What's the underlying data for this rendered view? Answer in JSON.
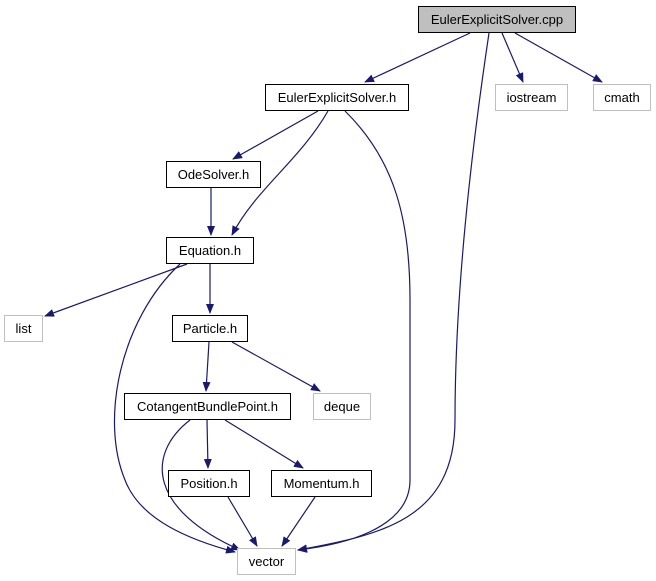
{
  "graph": {
    "nodes": [
      {
        "id": "eulerexplicitsolver-cpp",
        "label": "EulerExplicitSolver.cpp",
        "kind": "root"
      },
      {
        "id": "eulerexplicitsolver-h",
        "label": "EulerExplicitSolver.h",
        "kind": "documented"
      },
      {
        "id": "iostream",
        "label": "iostream",
        "kind": "external"
      },
      {
        "id": "cmath",
        "label": "cmath",
        "kind": "external"
      },
      {
        "id": "odesolver-h",
        "label": "OdeSolver.h",
        "kind": "documented"
      },
      {
        "id": "equation-h",
        "label": "Equation.h",
        "kind": "documented"
      },
      {
        "id": "list",
        "label": "list",
        "kind": "external"
      },
      {
        "id": "particle-h",
        "label": "Particle.h",
        "kind": "documented"
      },
      {
        "id": "cotangentbundlepoint-h",
        "label": "CotangentBundlePoint.h",
        "kind": "documented"
      },
      {
        "id": "deque",
        "label": "deque",
        "kind": "external"
      },
      {
        "id": "position-h",
        "label": "Position.h",
        "kind": "documented"
      },
      {
        "id": "momentum-h",
        "label": "Momentum.h",
        "kind": "documented"
      },
      {
        "id": "vector",
        "label": "vector",
        "kind": "external"
      }
    ],
    "edges": [
      {
        "from": "eulerexplicitsolver-cpp",
        "to": "eulerexplicitsolver-h"
      },
      {
        "from": "eulerexplicitsolver-cpp",
        "to": "iostream"
      },
      {
        "from": "eulerexplicitsolver-cpp",
        "to": "cmath"
      },
      {
        "from": "eulerexplicitsolver-cpp",
        "to": "vector"
      },
      {
        "from": "eulerexplicitsolver-h",
        "to": "odesolver-h"
      },
      {
        "from": "eulerexplicitsolver-h",
        "to": "equation-h"
      },
      {
        "from": "eulerexplicitsolver-h",
        "to": "vector"
      },
      {
        "from": "odesolver-h",
        "to": "equation-h"
      },
      {
        "from": "equation-h",
        "to": "list"
      },
      {
        "from": "equation-h",
        "to": "particle-h"
      },
      {
        "from": "equation-h",
        "to": "vector"
      },
      {
        "from": "particle-h",
        "to": "cotangentbundlepoint-h"
      },
      {
        "from": "particle-h",
        "to": "deque"
      },
      {
        "from": "cotangentbundlepoint-h",
        "to": "position-h"
      },
      {
        "from": "cotangentbundlepoint-h",
        "to": "momentum-h"
      },
      {
        "from": "cotangentbundlepoint-h",
        "to": "vector"
      },
      {
        "from": "position-h",
        "to": "vector"
      },
      {
        "from": "momentum-h",
        "to": "vector"
      }
    ]
  },
  "colors": {
    "edge": "#191970",
    "documented_border": "#000000",
    "external_border": "#bfbfbf",
    "root_fill": "#bfbfbf"
  }
}
